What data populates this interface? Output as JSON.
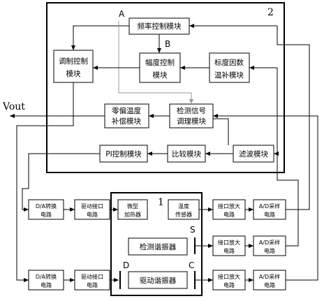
{
  "frame_labels": {
    "upper": "2",
    "lower": "1"
  },
  "points": {
    "a": "A",
    "b": "B",
    "s": "S",
    "d": "D",
    "c": "C"
  },
  "output_label": "Vout",
  "upper_blocks": {
    "freq_ctrl": "频率控制模块",
    "mod_ctrl": [
      "调制控制",
      "模块"
    ],
    "amp_ctrl": [
      "幅度控制",
      "模块"
    ],
    "scale_temp": [
      "标度因数",
      "温补模块"
    ],
    "zero_temp": [
      "零偏温度",
      "补偿模块"
    ],
    "detect_cond": [
      "检测信号",
      "调理模块"
    ],
    "pi_ctrl": "PI控制模块",
    "compare": "比较模块",
    "filter": "滤波模块"
  },
  "lower_blocks": {
    "da1": [
      "D/A转换",
      "电路"
    ],
    "drive1": [
      "驱动接口",
      "电路"
    ],
    "heater": [
      "微型",
      "加热器"
    ],
    "temp_sensor": [
      "温度",
      "传感器"
    ],
    "amp1": [
      "接口放大",
      "电路"
    ],
    "ad1": [
      "A/D采样",
      "电路"
    ],
    "sense_res": "检测谐振器",
    "amp2": [
      "接口放大",
      "电路"
    ],
    "ad2": [
      "A/D采样",
      "电路"
    ],
    "da2": [
      "D/A转换",
      "电路"
    ],
    "drive2": [
      "驱动接口",
      "电路"
    ],
    "drive_res": "驱动谐振器",
    "amp3": [
      "接口放大",
      "电路"
    ],
    "ad3": [
      "A/D采样",
      "电路"
    ]
  }
}
